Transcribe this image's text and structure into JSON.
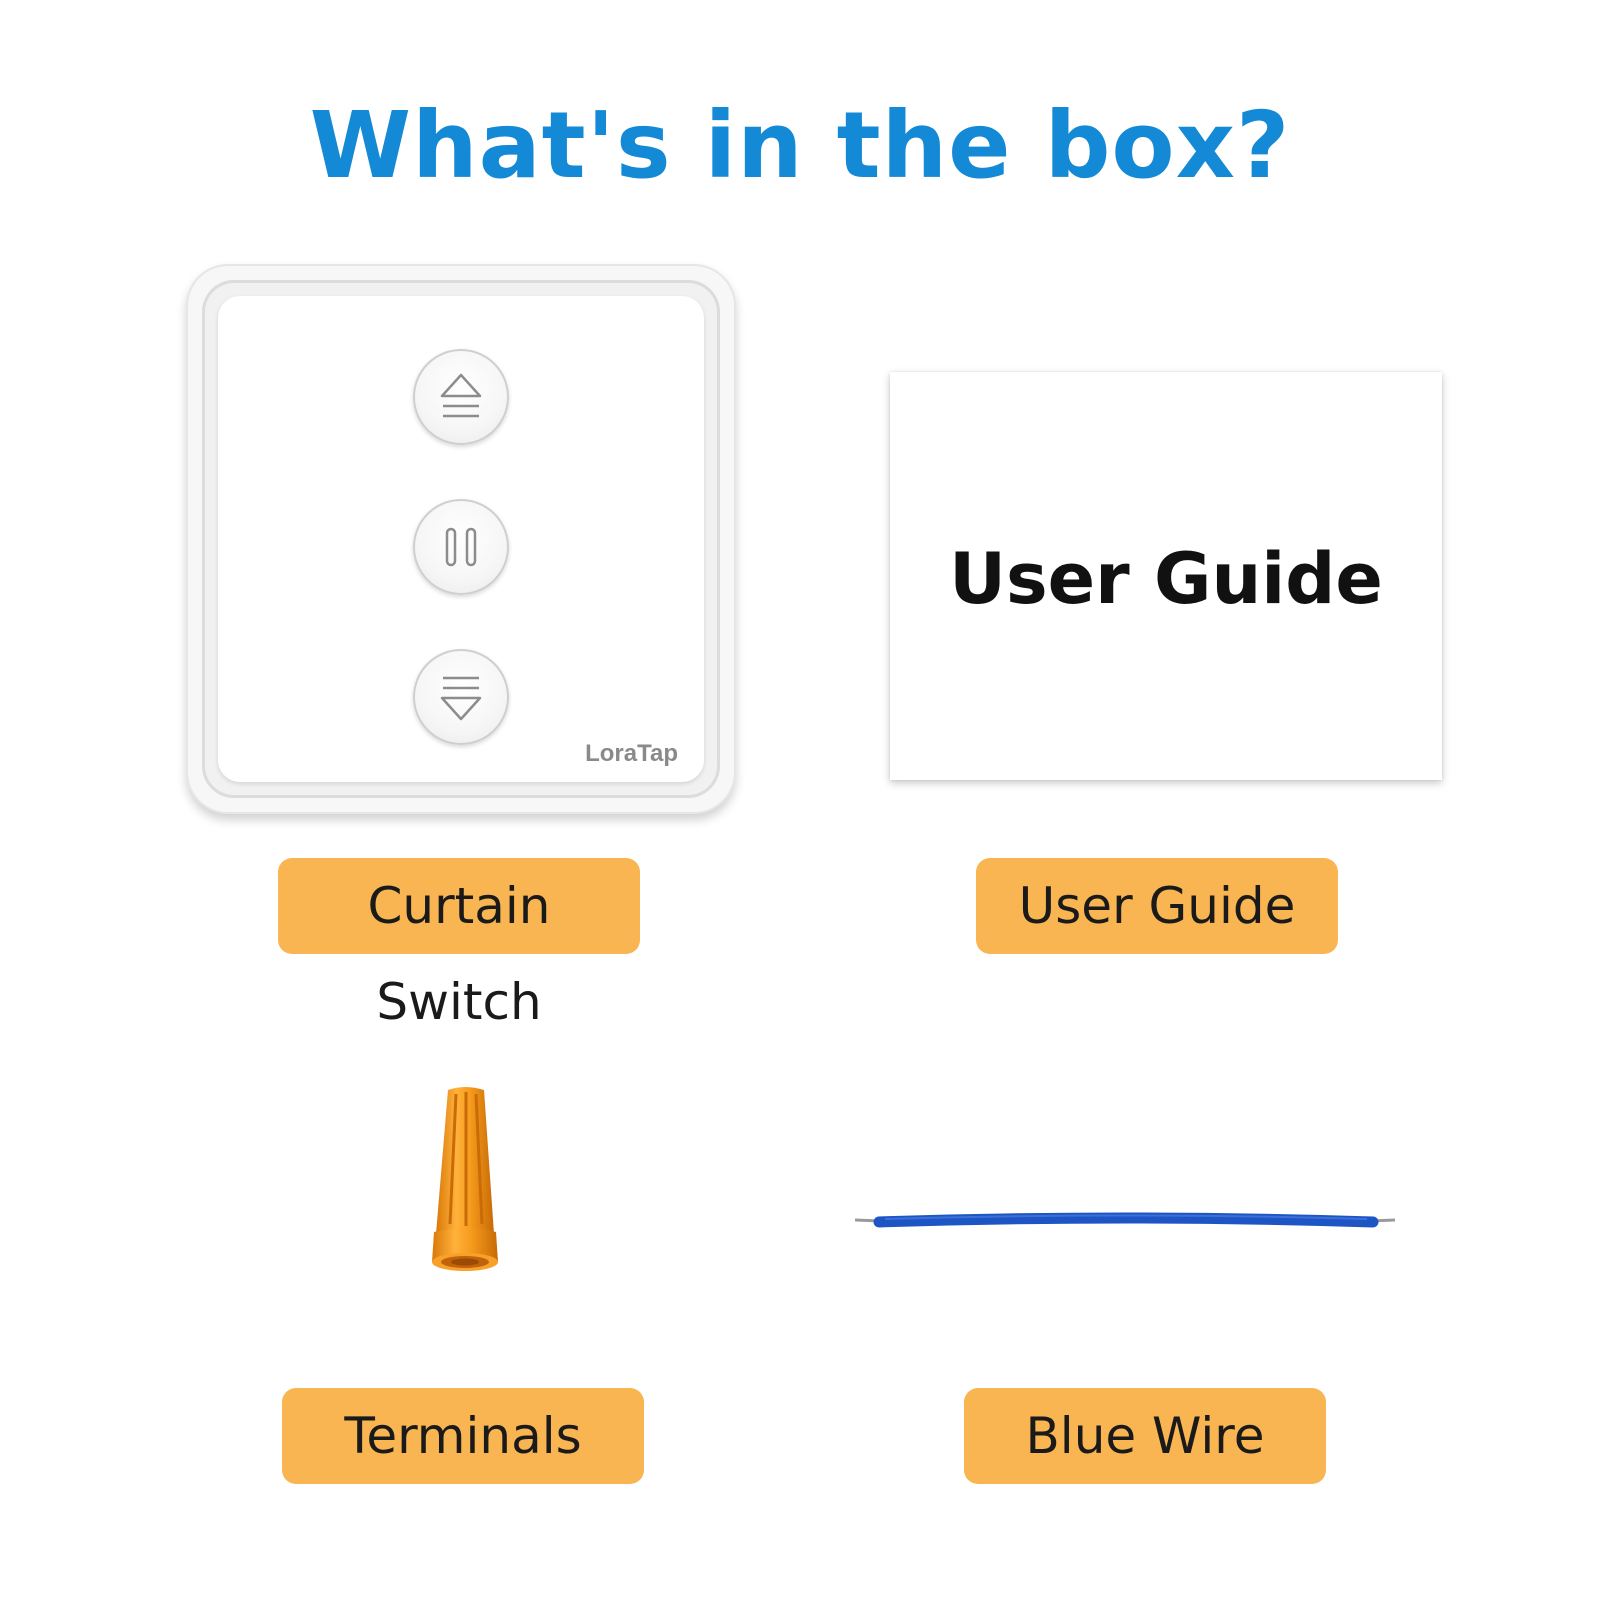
{
  "title": "What's in the box?",
  "items": {
    "curtain_switch": {
      "label": "Curtain Switch",
      "brand": "LoraTap"
    },
    "user_guide": {
      "label": "User Guide",
      "card_text": "User Guide"
    },
    "terminals": {
      "label": "Terminals"
    },
    "blue_wire": {
      "label": "Blue Wire"
    }
  },
  "colors": {
    "title": "#1489d6",
    "label_background": "#f8b551",
    "terminal_orange": "#f59a1c",
    "wire_blue": "#1d55c4"
  }
}
